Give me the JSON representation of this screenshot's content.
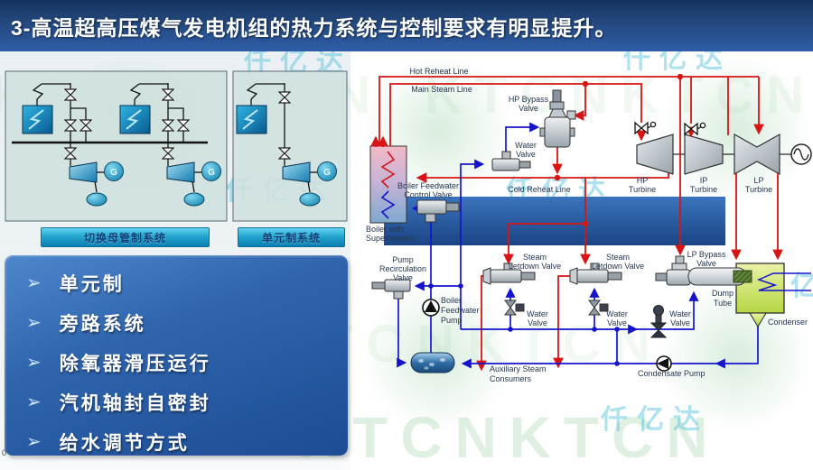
{
  "slide": {
    "title": "3-高温超高压煤气发电机组的热力系统与控制要求有明显提升。",
    "page_marker": "0"
  },
  "watermarks": {
    "brand_cn": "仟亿达",
    "brand_letters": "KTCNKTCN"
  },
  "left_panels": {
    "caption_switchover": "切换母管制系统",
    "caption_unit": "单元制系统",
    "generator_label": "G"
  },
  "bullets": {
    "marker": "➢",
    "items": [
      "单元制",
      "旁路系统",
      "除氧器滑压运行",
      "汽机轴封自密封",
      "给水调节方式"
    ]
  },
  "diagram": {
    "labels": {
      "hot_reheat_line": "Hot Reheat Line",
      "main_steam_line": "Main Steam Line",
      "hp_bypass": [
        "HP Bypass",
        "Valve"
      ],
      "water_valve": [
        "Water",
        "Valve"
      ],
      "bfw_control_valve": [
        "Boiler Feedwater",
        "Control Valve"
      ],
      "cold_reheat_line": "Cold Reheat Line",
      "boiler_superheaters": [
        "Boiler with",
        "Superheaters"
      ],
      "pump_recirc_valve": [
        "Pump",
        "Recirculation",
        "Valve"
      ],
      "bfw_pump": [
        "Boiler",
        "Feedwater",
        "Pump"
      ],
      "steam_letdown_valve": [
        "Steam",
        "Letdown Valve"
      ],
      "lp_bypass": [
        "LP Bypass",
        "Valve"
      ],
      "dump_tube": [
        "Dump",
        "Tube"
      ],
      "condenser": "Condenser",
      "aux_steam_consumers": [
        "Auxiliary Steam",
        "Consumers"
      ],
      "condensate_pump": "Condensate Pump",
      "hp_turbine": [
        "HP",
        "Turbine"
      ],
      "ip_turbine": [
        "IP",
        "Turbine"
      ],
      "lp_turbine": [
        "LP",
        "Turbine"
      ]
    }
  },
  "colors": {
    "title_bar": "#24497f",
    "bullet_box": "#2f64ad",
    "caption_bar": "#23a6cf",
    "steam_line": "#d81414",
    "water_line": "#1414cc",
    "background_band": "#24549b",
    "condenser_fill": "#b5d643",
    "watermark_green": "#9ed3a6",
    "watermark_cyan": "#5ec6de"
  }
}
